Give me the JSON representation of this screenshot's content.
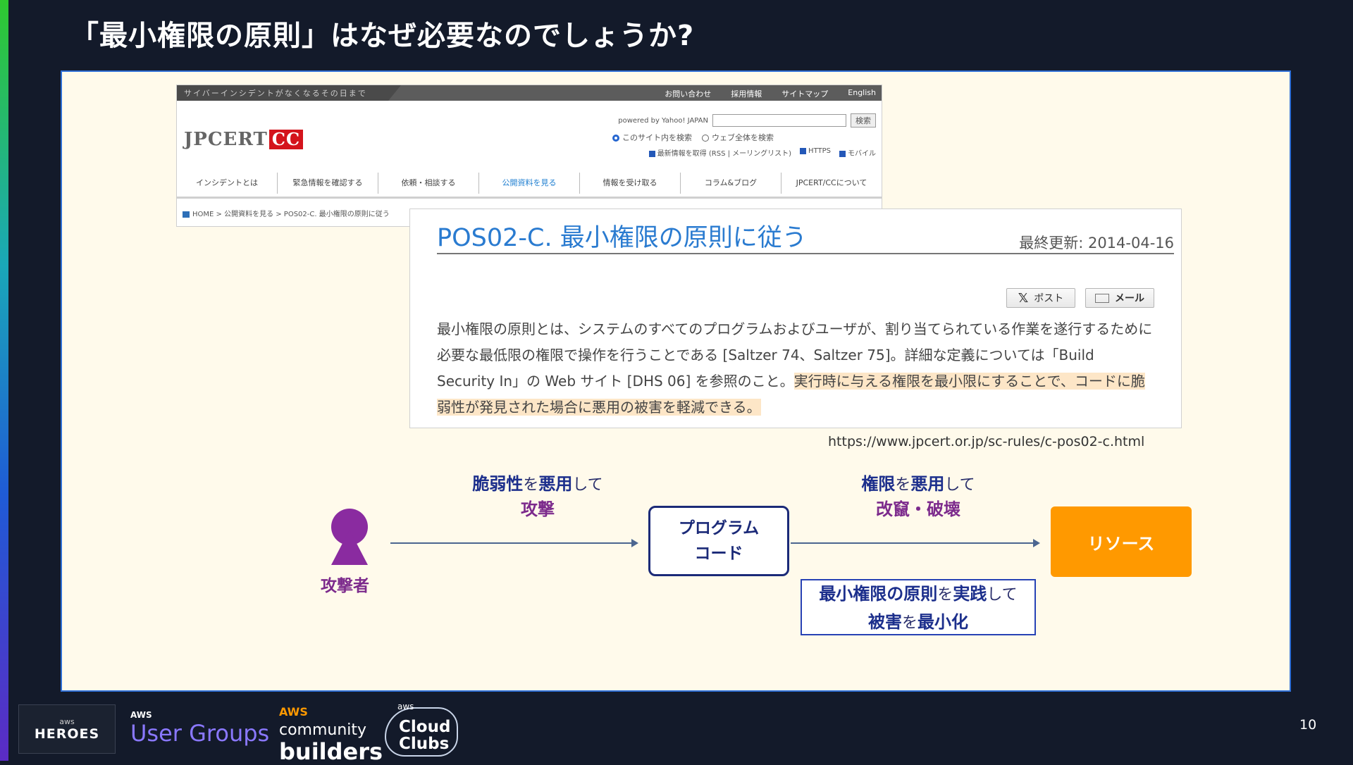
{
  "slide": {
    "title": "「最小権限の原則」はなぜ必要なのでしょうか?",
    "page_number": "10"
  },
  "site": {
    "tagline": "サイバーインシデントがなくなるその日まで",
    "top_links": [
      "お問い合わせ",
      "採用情報",
      "サイトマップ",
      "English"
    ],
    "logo_text": "JPCERT",
    "logo_badge": "CC",
    "search_powered_by": "powered by Yahoo! JAPAN",
    "search_button": "検索",
    "radio_site": "このサイト内を検索",
    "radio_web": "ウェブ全体を検索",
    "link_rss": "最新情報を取得 (RSS | メーリングリスト)",
    "link_https": "HTTPS",
    "link_mobile": "モバイル",
    "nav": [
      "インシデントとは",
      "緊急情報を確認する",
      "依頼・相談する",
      "公開資料を見る",
      "情報を受け取る",
      "コラム&ブログ",
      "JPCERT/CCについて"
    ],
    "breadcrumb": "HOME > 公開資料を見る > POS02-C. 最小権限の原則に従う"
  },
  "article": {
    "title": "POS02-C. 最小権限の原則に従う",
    "updated": "最終更新: 2014-04-16",
    "share_post": "ポスト",
    "share_mail": "メール",
    "body_plain": "最小権限の原則とは、システムのすべてのプログラムおよびユーザが、割り当てられている作業を遂行するために必要な最低限の権限で操作を行うことである [Saltzer 74、Saltzer 75]。詳細な定義については「Build Security In」の Web サイト [DHS 06] を参照のこと。",
    "body_highlight": "実行時に与える権限を最小限にすることで、コードに脆弱性が発見された場合に悪用の被害を軽減できる。",
    "url": "https://www.jpcert.or.jp/sc-rules/c-pos02-c.html"
  },
  "diagram": {
    "attacker_label": "攻撃者",
    "edge1": {
      "kw1": "脆弱性",
      "p1": "を",
      "kw2": "悪用",
      "p2": "して",
      "line2": "攻撃"
    },
    "program_line1": "プログラム",
    "program_line2": "コード",
    "edge2": {
      "kw1": "権限",
      "p1": "を",
      "kw2": "悪用",
      "p2": "して",
      "line2": "改竄・破壊"
    },
    "resource_label": "リソース",
    "principle": {
      "kw1": "最小権限の原則",
      "p1": "を",
      "kw2": "実践",
      "p2": "して",
      "kw3": "被害",
      "p3": "を",
      "kw4": "最小化"
    }
  },
  "footer": {
    "heroes_aws": "aws",
    "heroes_name": "HEROES",
    "usergroups_aws": "AWS",
    "usergroups_name": "User Groups",
    "builders_aws": "AWS",
    "builders_line1": "community",
    "builders_line2": "builders",
    "cloudclubs_aws": "aws",
    "cloudclubs_line1": "Cloud",
    "cloudclubs_line2": "Clubs"
  },
  "colors": {
    "accent_blue": "#1c2f8c",
    "accent_purple": "#7c2a8c",
    "resource_orange": "#ff9900",
    "panel_border": "#2f6fd6",
    "highlight": "#fde6c7"
  }
}
